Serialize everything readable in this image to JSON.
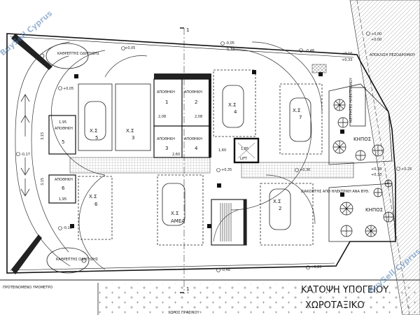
{
  "watermark": "BuySell Cyprus",
  "rooms": {
    "storage1": {
      "label": "ΑΠΟΘΗΚΗ",
      "num": "1"
    },
    "storage2": {
      "label": "ΑΠΟΘΗΚΗ",
      "num": "2"
    },
    "storage3": {
      "label": "ΑΠΟΘΗΚΗ",
      "num": "3"
    },
    "storage4": {
      "label": "ΑΠΟΘΗΚΗ",
      "num": "4"
    },
    "storage5": {
      "label": "ΑΠΟΘΗΚΗ",
      "num": "5"
    },
    "storage6": {
      "label": "ΑΠΟΘΗΚΗ",
      "num": "6"
    },
    "lift": {
      "dims": "1,85 / 1,60",
      "label": "LIFT"
    }
  },
  "parking": [
    {
      "label": "Χ.Σ",
      "num": "5"
    },
    {
      "label": "Χ.Σ",
      "num": "3"
    },
    {
      "label": "Χ.Σ",
      "num": "6"
    },
    {
      "label": "Χ.Σ",
      "num": "ΑΜΕΑ"
    },
    {
      "label": "Χ.Σ",
      "num": "4"
    },
    {
      "label": "Χ.Σ",
      "num": "7"
    },
    {
      "label": "Χ.Σ",
      "num": "2"
    }
  ],
  "gardens": {
    "top": "ΚΗΠΟΣ",
    "bottom": "ΚΗΠΟΣ"
  },
  "mirrors": {
    "top": "ΚΑΘΡΕΠΤΗΣ ΟΔΗΓΗΣΗΣ",
    "bottom": "ΚΑΘΡΕΠΤΗΣ ΟΔΗΓΗΣΗΣ"
  },
  "dimensions": {
    "storage_width_a": "2,08",
    "storage_width_b": "2,08",
    "storage_depth": "2,60",
    "storage56_width_a": "1,95",
    "storage56_width_b": "1,95",
    "left_depth_a": "3,15",
    "left_depth_b": "3,15",
    "lift_width": "1,60",
    "lift_depth": "1,85"
  },
  "levels": [
    "+0,05",
    "-0,05",
    "-0,73",
    "-0,48",
    "+0,10",
    "+0,33",
    "+0,05",
    "+0,35",
    "-0,17",
    "+0,30",
    "-0,10",
    "+0,20",
    "-0,48",
    "+0,00",
    "+0,00",
    "+0,25",
    "+0,38",
    "+0,33"
  ],
  "road_labels": {
    "top_right": "ΑΠΟΚΛΙΣΗ ΠΕΖΟΔΡΟΜΙΟΥ",
    "right_panel": "ΜΕΤΡΗΤΕΣ ΗΛΕΚΤΡΙΣΜΟΥ"
  },
  "bottom": {
    "left_note": "ΠΡΟΤΕΙΝΟΜΕΝΟ ΥΨΟΜΕΤΡΟ",
    "title_line1": "ΚΑΤΟΨΗ ΥΠΟΓΕΙΟΥ",
    "title_line2": "ΧΩΡΟΤΑΞΙΚΟ",
    "green_space": "ΧΩΡΟΣ ΠΡΑΣΙΝΟΥ"
  },
  "section_marks": {
    "top": "1",
    "bottom": "1"
  },
  "scale_note": "ΔΙΑΚΟΠΤΗΣ ΑΠΟ ΗΛΕΚΤΡΙΚΗ ΑΝΑ ΒΥΘ."
}
